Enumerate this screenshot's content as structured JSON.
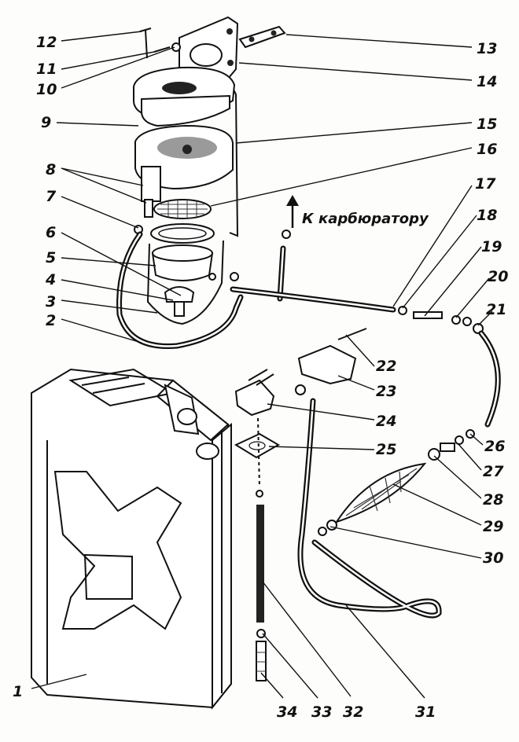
{
  "destination_label": "К карбюратору",
  "callouts": [
    "1",
    "2",
    "3",
    "4",
    "5",
    "6",
    "7",
    "8",
    "9",
    "10",
    "11",
    "12",
    "13",
    "14",
    "15",
    "16",
    "17",
    "18",
    "19",
    "20",
    "21",
    "22",
    "23",
    "24",
    "25",
    "26",
    "27",
    "28",
    "29",
    "30",
    "31",
    "32",
    "33",
    "34"
  ]
}
